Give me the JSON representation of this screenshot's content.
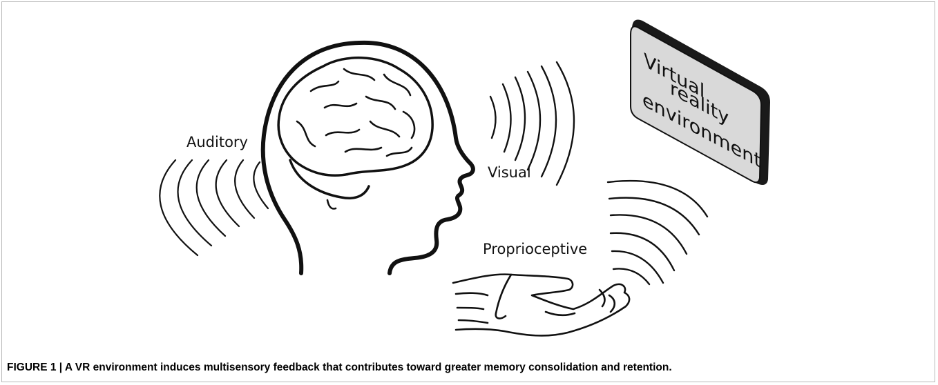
{
  "diagram": {
    "labels": {
      "auditory": "Auditory",
      "visual": "Visual",
      "proprioceptive": "Proprioceptive"
    },
    "screen": {
      "lines": [
        "Virtual",
        "reality",
        "environment"
      ]
    },
    "icons": {
      "head": "head-with-brain-icon",
      "hand": "open-hand-icon",
      "screen": "vr-screen-icon",
      "waves": "sound-wave-icon"
    },
    "colors": {
      "stroke": "#111111",
      "screen_fill": "#d9d9d9",
      "frame": "#b8b8b8"
    }
  },
  "caption": "FIGURE 1 | A VR environment induces multisensory feedback that contributes toward greater memory consolidation and retention."
}
